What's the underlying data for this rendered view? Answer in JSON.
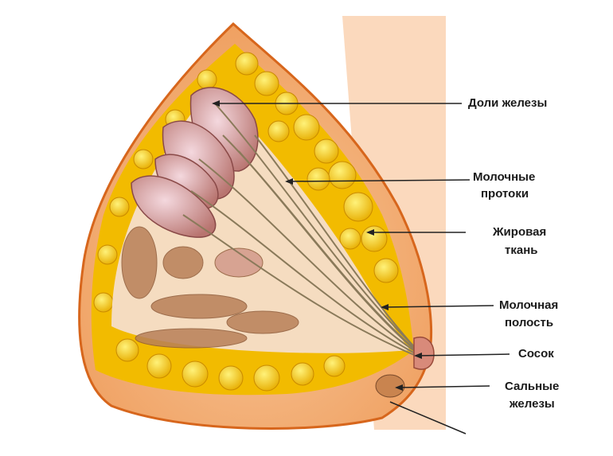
{
  "diagram": {
    "labels": {
      "lobes": "Доли железы",
      "ducts_1": "Молочные",
      "ducts_2": "протоки",
      "fat_1": "Жировая",
      "fat_2": "ткань",
      "sinus_1": "Молочная",
      "sinus_2": "полость",
      "nipple": "Сосок",
      "glands_1": "Сальные",
      "glands_2": "железы"
    },
    "colors": {
      "skin": "#f2a66a",
      "fat": "#f5c400",
      "lobe": "#c98a86",
      "muscle": "#b07a55",
      "outline": "#d7661c"
    }
  }
}
